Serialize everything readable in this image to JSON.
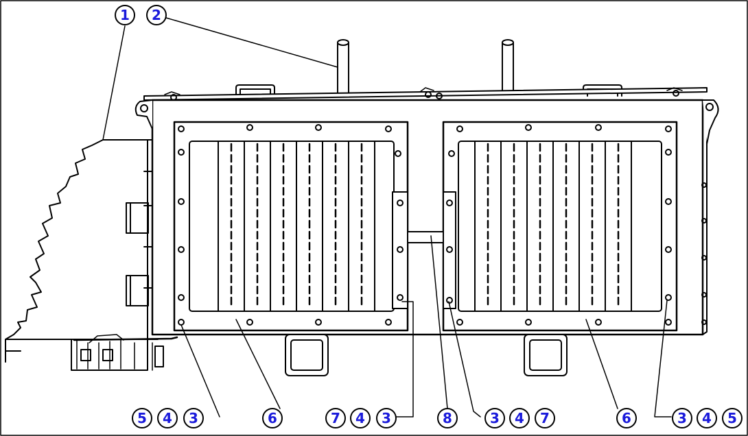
{
  "colors": {
    "line": "#000000",
    "callout_text": "#1a1adb",
    "callout_ring": "#000000",
    "background": "#ffffff"
  },
  "callouts": {
    "top_left_1": "1",
    "top_left_2": "2",
    "bottom_left": [
      "5",
      "4",
      "3"
    ],
    "bottom_6_left": "6",
    "bottom_center_left": [
      "7",
      "4",
      "3"
    ],
    "bottom_8": "8",
    "bottom_center_right": [
      "3",
      "4",
      "7"
    ],
    "bottom_6_right": "6",
    "bottom_right": [
      "3",
      "4",
      "5"
    ]
  }
}
